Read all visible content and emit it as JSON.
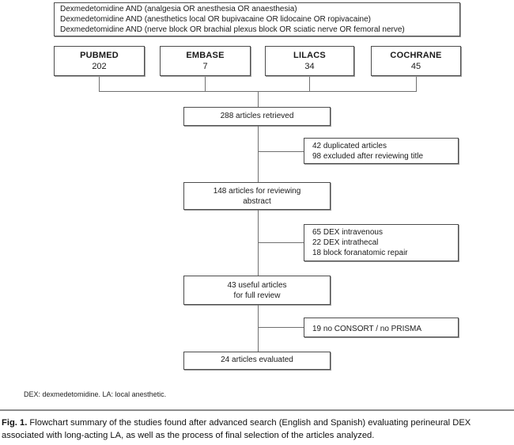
{
  "query_box": {
    "lines": [
      "Dexmedetomidine AND (analgesia OR anesthesia OR anaesthesia)",
      "Dexmedetomidine AND (anesthetics local OR bupivacaine OR lidocaine OR ropivacaine)",
      "Dexmedetomidine AND (nerve block OR brachial plexus block OR sciatic nerve OR femoral nerve)"
    ]
  },
  "databases": [
    {
      "name": "PUBMED",
      "count": "202"
    },
    {
      "name": "EMBASE",
      "count": "7"
    },
    {
      "name": "LILACS",
      "count": "34"
    },
    {
      "name": "COCHRANE",
      "count": "45"
    }
  ],
  "flow": {
    "retrieved": "288 articles retrieved",
    "reviewing_abstract_line1": "148 articles for reviewing",
    "reviewing_abstract_line2": "abstract",
    "full_review_line1": "43 useful articles",
    "full_review_line2": "for full review",
    "evaluated": "24 articles evaluated"
  },
  "exclusions": {
    "after_retrieval": [
      "42 duplicated articles",
      "98 excluded after reviewing title"
    ],
    "after_abstract": [
      "65 DEX intravenous",
      "22 DEX intrathecal",
      "18 block foranatomic repair"
    ],
    "after_full_review": [
      "19 no CONSORT / no PRISMA"
    ]
  },
  "footnote": "DEX: dexmedetomidine. LA: local anesthetic.",
  "caption": {
    "label": "Fig. 1.",
    "text": " Flowchart summary of the studies found after advanced search (English and Spanish) evaluating perineural DEX associated with long-acting LA, as well as the process of final selection of the articles analyzed."
  },
  "colors": {
    "background": "#ffffff",
    "box_border": "#4d4d4d",
    "box_shadow": "#9a9a9a",
    "connector": "#707070",
    "rule": "#8c8c8c",
    "text": "#1a1a1a"
  }
}
